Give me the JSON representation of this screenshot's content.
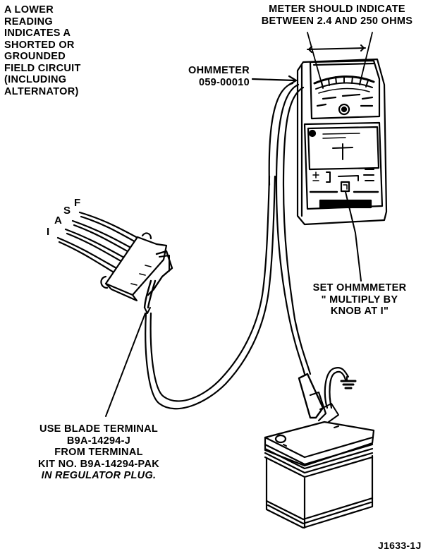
{
  "figure_id": "J1633-1J",
  "callouts": {
    "lower_reading": {
      "lines": [
        "A LOWER",
        "READING",
        "INDICATES A",
        "SHORTED OR",
        "GROUNDED",
        "FIELD CIRCUIT",
        "(INCLUDING",
        "ALTERNATOR)"
      ]
    },
    "meter_indication": {
      "lines": [
        "METER SHOULD INDICATE",
        "BETWEEN 2.4 AND 250 OHMS"
      ]
    },
    "ohmmeter": {
      "lines": [
        "OHMMETER",
        "059-00010"
      ]
    },
    "set_ohmmeter": {
      "lines": [
        "SET OHMMMETER",
        "\" MULTIPLY BY",
        "KNOB AT I\""
      ]
    },
    "blade_terminal": {
      "lines": [
        "USE BLADE TERMINAL",
        "B9A-14294-J",
        "FROM TERMINAL",
        "KIT NO. B9A-14294-PAK",
        "IN REGULATOR PLUG."
      ]
    }
  },
  "connector": {
    "wire_labels": [
      "I",
      "A",
      "S",
      "F"
    ]
  },
  "components": {
    "meter": "ohmmeter-icon",
    "plug": "regulator-plug-icon",
    "battery": "battery-icon",
    "ground": "ground-symbol-icon"
  }
}
